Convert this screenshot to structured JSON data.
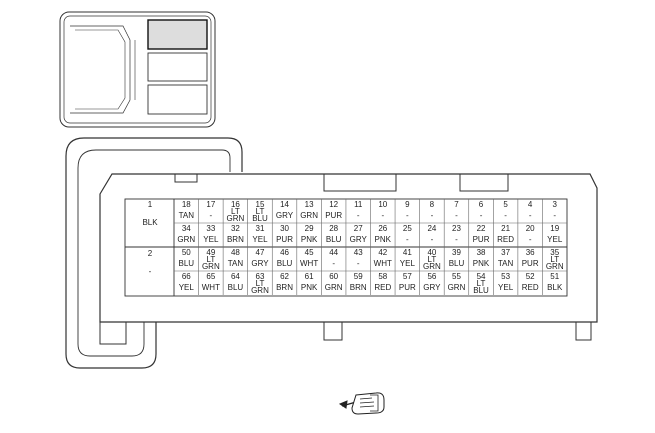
{
  "connector": {
    "big_pins": [
      {
        "num": "1",
        "color": "BLK"
      },
      {
        "num": "2",
        "color": "-"
      }
    ],
    "rows": [
      [
        {
          "num": "18",
          "color": [
            "TAN"
          ]
        },
        {
          "num": "17",
          "color": [
            "-"
          ]
        },
        {
          "num": "16",
          "color": [
            "LT",
            "GRN"
          ]
        },
        {
          "num": "15",
          "color": [
            "LT",
            "BLU"
          ]
        },
        {
          "num": "14",
          "color": [
            "GRY"
          ]
        },
        {
          "num": "13",
          "color": [
            "GRN"
          ]
        },
        {
          "num": "12",
          "color": [
            "PUR"
          ]
        },
        {
          "num": "11",
          "color": [
            "-"
          ]
        },
        {
          "num": "10",
          "color": [
            "-"
          ]
        },
        {
          "num": "9",
          "color": [
            "-"
          ]
        },
        {
          "num": "8",
          "color": [
            "-"
          ]
        },
        {
          "num": "7",
          "color": [
            "-"
          ]
        },
        {
          "num": "6",
          "color": [
            "-"
          ]
        },
        {
          "num": "5",
          "color": [
            "-"
          ]
        },
        {
          "num": "4",
          "color": [
            "-"
          ]
        },
        {
          "num": "3",
          "color": [
            "-"
          ]
        }
      ],
      [
        {
          "num": "34",
          "color": [
            "GRN"
          ]
        },
        {
          "num": "33",
          "color": [
            "YEL"
          ]
        },
        {
          "num": "32",
          "color": [
            "BRN"
          ]
        },
        {
          "num": "31",
          "color": [
            "YEL"
          ]
        },
        {
          "num": "30",
          "color": [
            "PUR"
          ]
        },
        {
          "num": "29",
          "color": [
            "PNK"
          ]
        },
        {
          "num": "28",
          "color": [
            "BLU"
          ]
        },
        {
          "num": "27",
          "color": [
            "GRY"
          ]
        },
        {
          "num": "26",
          "color": [
            "PNK"
          ]
        },
        {
          "num": "25",
          "color": [
            "-"
          ]
        },
        {
          "num": "24",
          "color": [
            "-"
          ]
        },
        {
          "num": "23",
          "color": [
            "-"
          ]
        },
        {
          "num": "22",
          "color": [
            "PUR"
          ]
        },
        {
          "num": "21",
          "color": [
            "RED"
          ]
        },
        {
          "num": "20",
          "color": [
            "-"
          ]
        },
        {
          "num": "19",
          "color": [
            "YEL"
          ]
        }
      ],
      [
        {
          "num": "50",
          "color": [
            "BLU"
          ]
        },
        {
          "num": "49",
          "color": [
            "LT",
            "GRN"
          ]
        },
        {
          "num": "48",
          "color": [
            "TAN"
          ]
        },
        {
          "num": "47",
          "color": [
            "GRY"
          ]
        },
        {
          "num": "46",
          "color": [
            "BLU"
          ]
        },
        {
          "num": "45",
          "color": [
            "WHT"
          ]
        },
        {
          "num": "44",
          "color": [
            "-"
          ]
        },
        {
          "num": "43",
          "color": [
            "-"
          ]
        },
        {
          "num": "42",
          "color": [
            "WHT"
          ]
        },
        {
          "num": "41",
          "color": [
            "YEL"
          ]
        },
        {
          "num": "40",
          "color": [
            "LT",
            "GRN"
          ]
        },
        {
          "num": "39",
          "color": [
            "BLU"
          ]
        },
        {
          "num": "38",
          "color": [
            "PNK"
          ]
        },
        {
          "num": "37",
          "color": [
            "TAN"
          ]
        },
        {
          "num": "36",
          "color": [
            "PUR"
          ]
        },
        {
          "num": "35",
          "color": [
            "LT",
            "GRN"
          ]
        }
      ],
      [
        {
          "num": "66",
          "color": [
            "YEL"
          ]
        },
        {
          "num": "65",
          "color": [
            "WHT"
          ]
        },
        {
          "num": "64",
          "color": [
            "BLU"
          ]
        },
        {
          "num": "63",
          "color": [
            "LT",
            "GRN"
          ]
        },
        {
          "num": "62",
          "color": [
            "BRN"
          ]
        },
        {
          "num": "61",
          "color": [
            "PNK"
          ]
        },
        {
          "num": "60",
          "color": [
            "GRN"
          ]
        },
        {
          "num": "59",
          "color": [
            "BRN"
          ]
        },
        {
          "num": "58",
          "color": [
            "RED"
          ]
        },
        {
          "num": "57",
          "color": [
            "PUR"
          ]
        },
        {
          "num": "56",
          "color": [
            "GRY"
          ]
        },
        {
          "num": "55",
          "color": [
            "GRN"
          ]
        },
        {
          "num": "54",
          "color": [
            "LT",
            "BLU"
          ]
        },
        {
          "num": "53",
          "color": [
            "YEL"
          ]
        },
        {
          "num": "52",
          "color": [
            "RED"
          ]
        },
        {
          "num": "51",
          "color": [
            "BLK"
          ]
        }
      ]
    ]
  },
  "icons": {
    "locator": "module-locator-icon",
    "view": "connector-view-icon"
  }
}
